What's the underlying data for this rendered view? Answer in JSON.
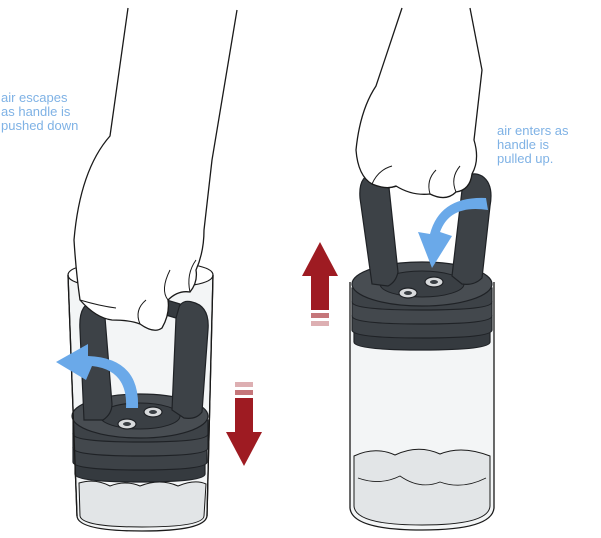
{
  "captions": {
    "left": [
      "air escapes",
      "as handle is",
      "pushed down"
    ],
    "right": [
      "air enters as",
      "handle is",
      "pulled up."
    ]
  },
  "colors": {
    "caption": "#7fb2e5",
    "airflow_arrow": "#6aa9e9",
    "motion_arrow": "#9e1b22",
    "lid": "#3d4247",
    "lid_edge": "#1f2226",
    "outline": "#1a1a1a",
    "jar_glass": "#f2f4f5",
    "contents": "#e4e6e8"
  },
  "icons": {
    "left_air_arrow": "curved-arrow-up-left-icon",
    "right_air_arrow": "curved-arrow-down-icon",
    "left_motion_arrow": "arrow-down-icon",
    "right_motion_arrow": "arrow-up-icon"
  }
}
